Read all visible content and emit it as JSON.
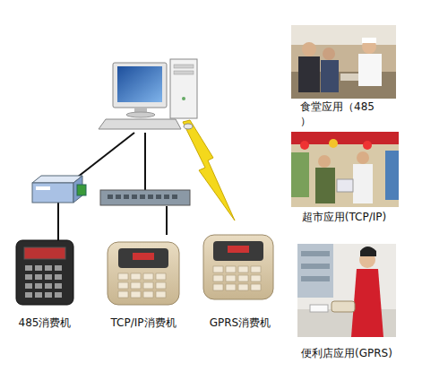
{
  "diagram": {
    "nodes": [
      {
        "text": [
          "485消费机"
        ]
      },
      {
        "text": [
          "TCP/IP消费机"
        ]
      },
      {
        "text": [
          "GPRS消费机"
        ]
      },
      {
        "text": [
          "食堂应用（485 ）"
        ]
      },
      {
        "text": [
          "超市应用(TCP/IP)"
        ]
      },
      {
        "text": [
          "便利店应用(GPRS)"
        ]
      }
    ]
  }
}
